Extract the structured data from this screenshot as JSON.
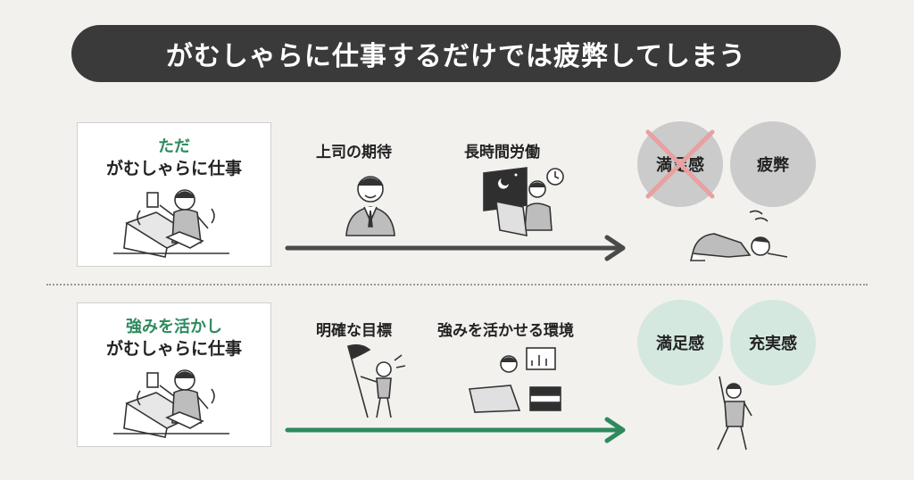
{
  "title": "がむしゃらに仕事するだけでは疲弊してしまう",
  "rows": [
    {
      "box_line1": "ただ",
      "box_line2": "がむしゃらに仕事",
      "steps": [
        "上司の期待",
        "長時間労働"
      ],
      "results": [
        "満足感",
        "疲弊"
      ],
      "crossed_result": "満足感",
      "arrow_color": "#4a4a4a",
      "circle_color": "#cbcbcb"
    },
    {
      "box_line1": "強みを活かし",
      "box_line2": "がむしゃらに仕事",
      "steps": [
        "明確な目標",
        "強みを活かせる環境"
      ],
      "results": [
        "満足感",
        "充実感"
      ],
      "arrow_color": "#2e8a5e",
      "circle_color": "#d4e8df"
    }
  ],
  "colors": {
    "accent_green": "#2e8a5e",
    "banner": "#3a3a3a",
    "cross": "#e8a0a0"
  }
}
